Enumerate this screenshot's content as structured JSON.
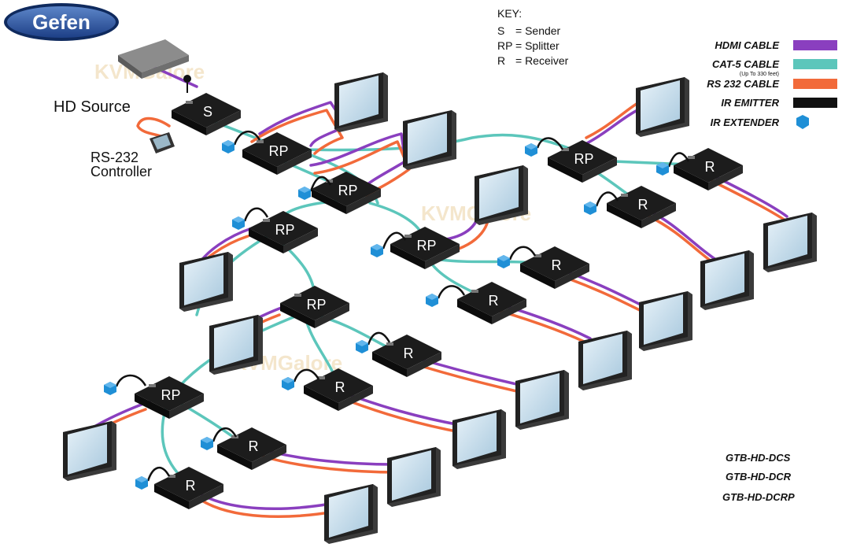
{
  "brand": {
    "logo_text": "Gefen",
    "watermark": "KVMGalore"
  },
  "source": {
    "label": "HD Source",
    "device_letter": "S"
  },
  "controller": {
    "label_line1": "RS-232",
    "label_line2": "Controller"
  },
  "key": {
    "title": "KEY:",
    "entries": [
      {
        "abbr": "S",
        "meaning": "= Sender"
      },
      {
        "abbr": "RP",
        "meaning": "= Splitter"
      },
      {
        "abbr": "R",
        "meaning": "= Receiver"
      }
    ]
  },
  "legend": {
    "items": [
      {
        "label": "HDMI CABLE",
        "color": "#8a3fbf"
      },
      {
        "label": "CAT-5 CABLE",
        "color": "#5cc6bb",
        "note": "(Up To 330 feet)"
      },
      {
        "label": "RS 232 CABLE",
        "color": "#f26a3a"
      },
      {
        "label": "IR EMITTER",
        "color": "#111111"
      },
      {
        "label": "IR EXTENDER",
        "color": "#1f8fd6"
      }
    ]
  },
  "device_labels": {
    "splitter": "RP",
    "receiver": "R",
    "sender": "S"
  },
  "models": [
    "GTB-HD-DCS",
    "GTB-HD-DCR",
    "GTB-HD-DCRP"
  ],
  "colors": {
    "hdmi": "#8a3fbf",
    "cat5": "#5cc6bb",
    "rs232": "#f26a3a",
    "box": "#1c1c1c",
    "screen": "#cfe3ef",
    "ir": "#1f8fd6"
  }
}
